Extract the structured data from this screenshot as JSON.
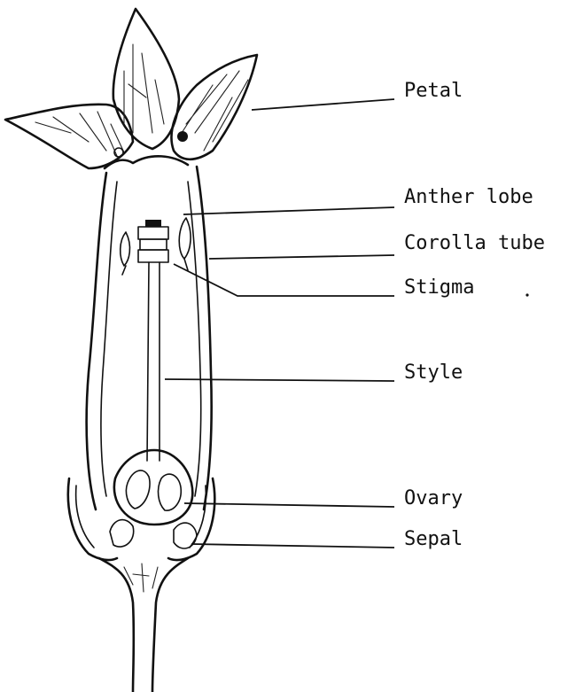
{
  "labels": {
    "petal": "Petal",
    "anther_lobe": "Anther lobe",
    "corolla_tube": "Corolla tube",
    "stigma": "Stigma",
    "style": "Style",
    "ovary": "Ovary",
    "sepal": "Sepal"
  },
  "colors": {
    "ink": "#111111",
    "background": "#ffffff"
  }
}
